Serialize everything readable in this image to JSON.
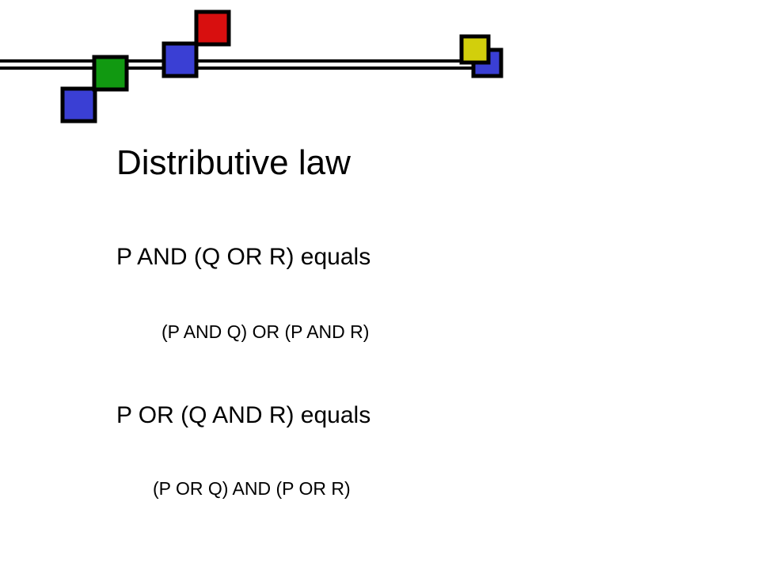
{
  "slide": {
    "title": "Distributive law",
    "rules": [
      {
        "lhs": "P AND (Q OR R) equals",
        "rhs": "(P AND Q) OR (P AND R)"
      },
      {
        "lhs": "P OR (Q AND R) equals",
        "rhs": "(P OR Q) AND (P OR R)"
      }
    ]
  },
  "theme": {
    "colors": {
      "blue": "#3a3fd4",
      "green": "#119911",
      "red": "#d80f0f",
      "yellow": "#d2cf0c",
      "outline": "#000000"
    }
  }
}
